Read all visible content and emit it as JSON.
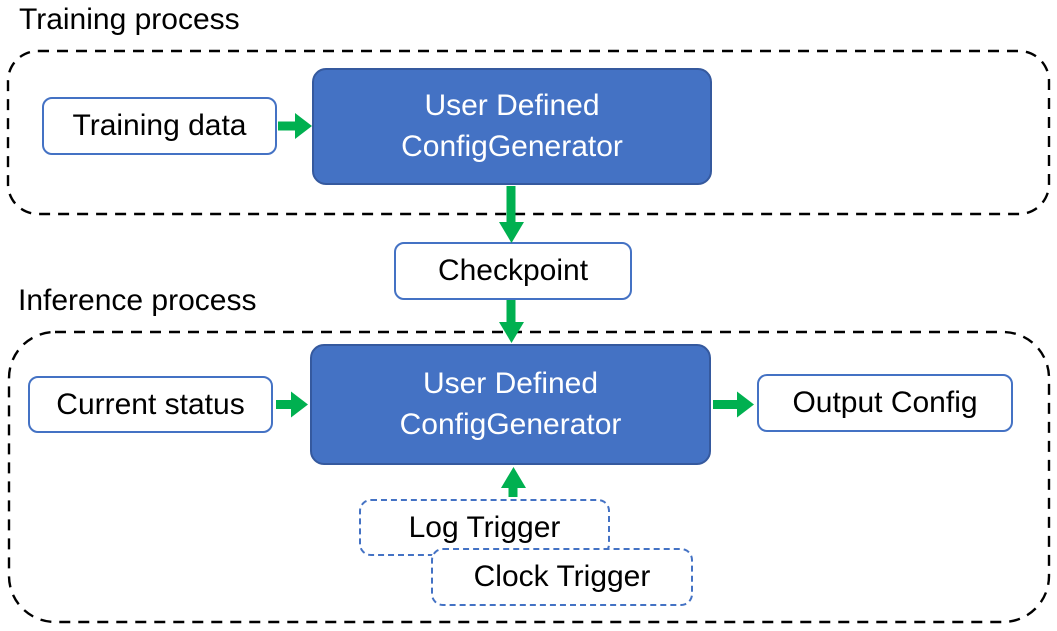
{
  "colors": {
    "node-fill": "#4472C4",
    "node-border": "#35599E",
    "box-border": "#4472C4",
    "trigger-border": "#4472C4",
    "arrow-green": "#00B050",
    "container-dash": "#000000",
    "text-dark": "#000000",
    "text-light": "#FFFFFF"
  },
  "training": {
    "label": "Training process",
    "input_box": "Training data",
    "generator": {
      "line1": "User Defined",
      "line2": "ConfigGenerator"
    }
  },
  "checkpoint_box": "Checkpoint",
  "inference": {
    "label": "Inference process",
    "input_box": "Current status",
    "generator": {
      "line1": "User Defined",
      "line2": "ConfigGenerator"
    },
    "output_box": "Output Config",
    "log_trigger_box": "Log Trigger",
    "clock_trigger_box": "Clock Trigger"
  }
}
